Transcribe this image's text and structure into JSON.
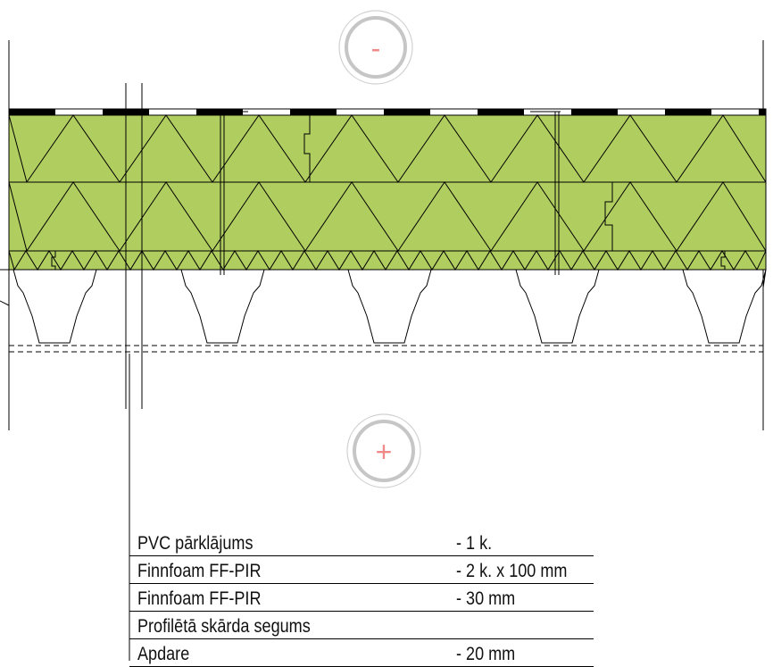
{
  "labels": {
    "top_side": "-",
    "bottom_side": "+"
  },
  "colors": {
    "insulation": "#b0cd5f",
    "sign": "#f08a8a",
    "circle": "#c8c8c8",
    "membrane": "#000000"
  },
  "layers": [
    {
      "material": "PVC pārklājums",
      "value": "- 1 k."
    },
    {
      "material": "Finnfoam FF-PIR",
      "value": "- 2 k. x 100 mm"
    },
    {
      "material": "Finnfoam FF-PIR",
      "value": "- 30 mm"
    },
    {
      "material": "Profilētā skārda segums",
      "value": ""
    },
    {
      "material": "Apdare",
      "value": "- 20 mm"
    }
  ]
}
